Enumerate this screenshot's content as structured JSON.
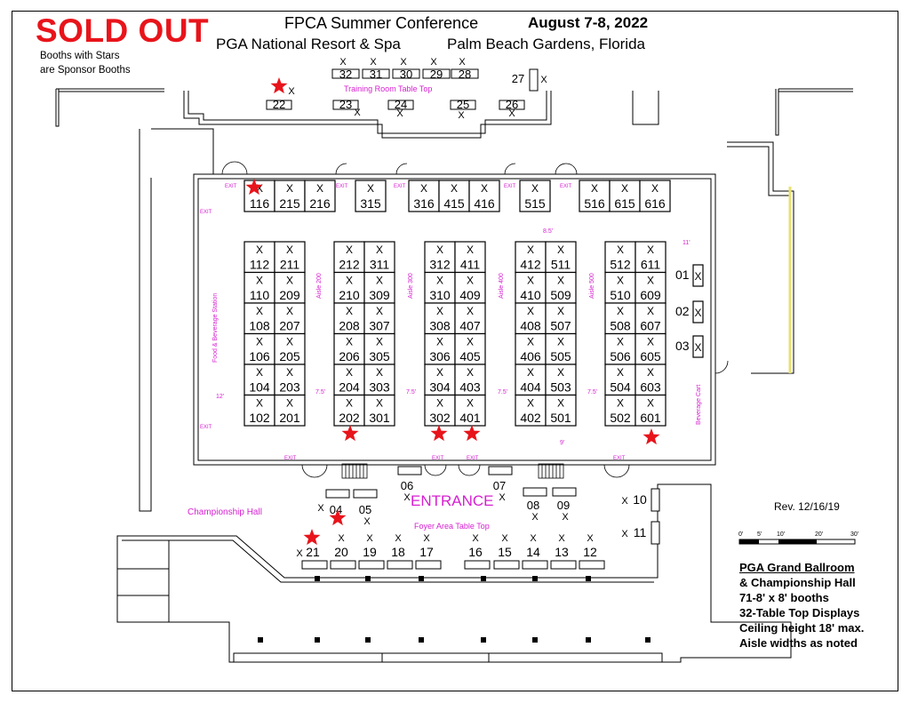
{
  "header": {
    "sold_out": "SOLD OUT",
    "note_line1": "Booths with Stars",
    "note_line2": "are Sponsor Booths",
    "title": "FPCA Summer Conference",
    "dates": "August  7-8,  2022",
    "venue": "PGA National Resort & Spa",
    "location": "Palm Beach Gardens, Florida"
  },
  "labels": {
    "training_room": "Training Room Table Top",
    "foyer": "Foyer Area Table Top",
    "championship_hall": "Championship Hall",
    "entrance": "ENTRANCE",
    "food_beverage": "Food & Beverage Station",
    "beverage_cart": "Beverage Cart",
    "aisles": [
      "Aisle 200",
      "Aisle 300",
      "Aisle 400",
      "Aisle 500"
    ],
    "exit": "EXIT",
    "widths": {
      "w85": "8.5'",
      "w11": "11'",
      "w12": "12'",
      "w75": "7.5'",
      "w9": "9'"
    }
  },
  "booths": {
    "back_wall": [
      {
        "group": [
          "116",
          "215",
          "216"
        ]
      },
      {
        "group": [
          "315"
        ]
      },
      {
        "group": [
          "316",
          "415",
          "416"
        ]
      },
      {
        "group": [
          "515"
        ]
      },
      {
        "group": [
          "516",
          "615",
          "616"
        ]
      }
    ],
    "columns": [
      {
        "rows": [
          [
            "112",
            "211"
          ],
          [
            "110",
            "209"
          ],
          [
            "108",
            "207"
          ],
          [
            "106",
            "205"
          ],
          [
            "104",
            "203"
          ],
          [
            "102",
            "201"
          ]
        ]
      },
      {
        "rows": [
          [
            "212",
            "311"
          ],
          [
            "210",
            "309"
          ],
          [
            "208",
            "307"
          ],
          [
            "206",
            "305"
          ],
          [
            "204",
            "303"
          ],
          [
            "202",
            "301"
          ]
        ]
      },
      {
        "rows": [
          [
            "312",
            "411"
          ],
          [
            "310",
            "409"
          ],
          [
            "308",
            "407"
          ],
          [
            "306",
            "405"
          ],
          [
            "304",
            "403"
          ],
          [
            "302",
            "401"
          ]
        ]
      },
      {
        "rows": [
          [
            "412",
            "511"
          ],
          [
            "410",
            "509"
          ],
          [
            "408",
            "507"
          ],
          [
            "406",
            "505"
          ],
          [
            "404",
            "503"
          ],
          [
            "402",
            "501"
          ]
        ]
      },
      {
        "rows": [
          [
            "512",
            "611"
          ],
          [
            "510",
            "609"
          ],
          [
            "508",
            "607"
          ],
          [
            "506",
            "605"
          ],
          [
            "504",
            "603"
          ],
          [
            "502",
            "601"
          ]
        ]
      }
    ],
    "right_side": [
      "01",
      "02",
      "03"
    ],
    "sponsor_booths": [
      "116",
      "202",
      "302",
      "401",
      "601"
    ]
  },
  "table_tops": {
    "training_top": [
      "32",
      "31",
      "30",
      "29",
      "28"
    ],
    "training_right": "27",
    "training_bottom": [
      "22",
      "23",
      "24",
      "25",
      "26"
    ],
    "foyer_upper": [
      "06",
      "07",
      "04",
      "05",
      "08",
      "09"
    ],
    "foyer_side": [
      "10",
      "11"
    ],
    "foyer_row": [
      "21",
      "20",
      "19",
      "18",
      "17",
      "16",
      "15",
      "14",
      "13",
      "12"
    ],
    "sponsor_tables": [
      "22",
      "04",
      "21"
    ]
  },
  "legend": {
    "revision": "Rev. 12/16/19",
    "scale_ticks": [
      "0'",
      "5'",
      "10'",
      "20'",
      "30'"
    ],
    "heading": "PGA Grand Ballroom",
    "lines": [
      "& Championship Hall",
      "71-8' x 8' booths",
      "32-Table Top Displays",
      "Ceiling height 18' max.",
      "Aisle widths as noted"
    ]
  },
  "colors": {
    "sold_out": "#e8141b",
    "star": "#e8141b",
    "magenta_label": "#d61fd0",
    "line": "#000000",
    "accent_wall": "#e8e070"
  }
}
